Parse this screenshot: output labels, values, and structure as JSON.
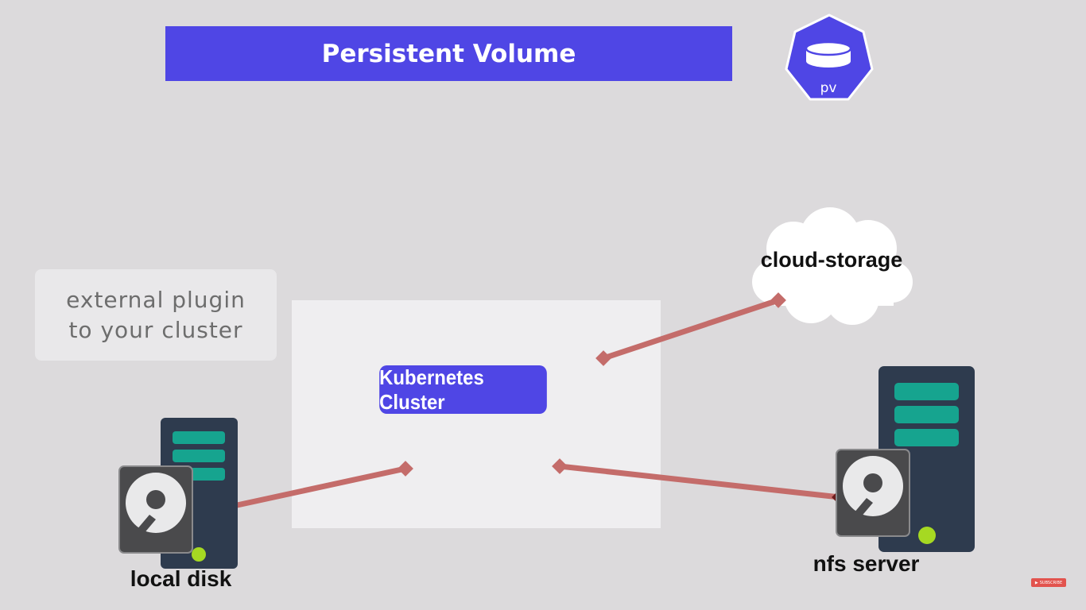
{
  "title": "Persistent Volume",
  "pv_badge": {
    "label": "pv",
    "icon": "database-icon",
    "color": "#4f46e5"
  },
  "note": {
    "line1": "external plugin",
    "line2": "to your cluster"
  },
  "cluster": {
    "label": "Kubernetes Cluster"
  },
  "cloud_storage": {
    "label": "cloud-storage",
    "icon": "cloud-icon"
  },
  "local_disk": {
    "label": "local disk",
    "icon": "hard-disk-server-icon"
  },
  "nfs_server": {
    "label": "nfs server",
    "icon": "hard-disk-server-icon"
  },
  "subscribe": {
    "label": "SUBSCRIBE"
  },
  "colors": {
    "background": "#dcdadc",
    "accent": "#4f46e5",
    "connector": "#c46c6a",
    "server_body": "#2e3b4e",
    "server_slot": "#16a48f",
    "led": "#a6d922"
  }
}
